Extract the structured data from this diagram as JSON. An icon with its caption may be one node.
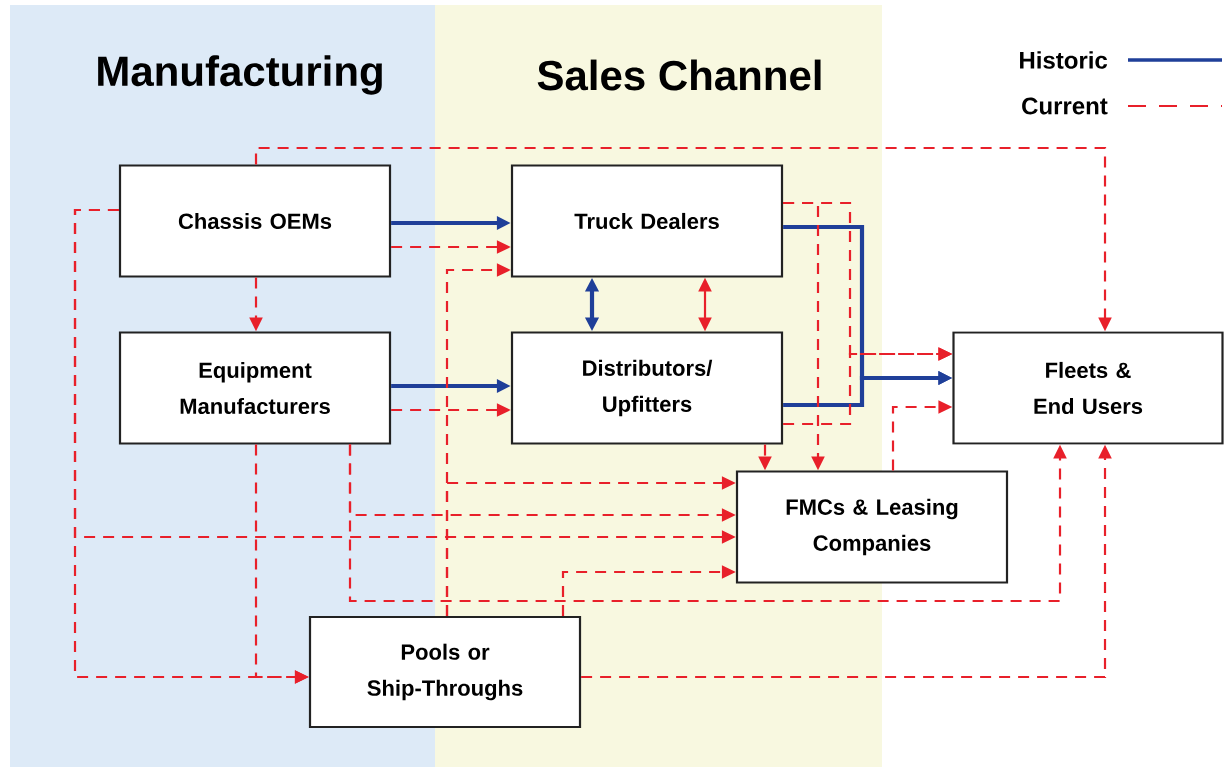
{
  "diagram": {
    "nodes": [
      {
        "text": [
          "Manufacturing"
        ]
      },
      {
        "text": [
          "Sales Channel"
        ]
      },
      {
        "text": [
          "Chassis OEMs"
        ],
        "in": 0
      },
      {
        "text": [
          "Truck Dealers"
        ],
        "in": 1
      },
      {
        "text": [
          "Equipment Manufacturers"
        ],
        "in": 0
      },
      {
        "text": [
          "Distributors/ Upfitters"
        ],
        "in": 1
      },
      {
        "text": [
          "Fleets & End Users"
        ]
      },
      {
        "text": [
          "FMCs & Leasing Companies"
        ]
      },
      {
        "text": [
          "Pools or Ship-Throughs"
        ]
      }
    ],
    "edges": [
      {
        "from": 2,
        "to": 3,
        "arrow": "to",
        "style": "thick",
        "color": "#1f3f99"
      },
      {
        "from": 4,
        "to": 5,
        "arrow": "to",
        "style": "thick",
        "color": "#1f3f99"
      },
      {
        "from": 3,
        "to": 5,
        "arrow": "both",
        "style": "thick",
        "color": "#1f3f99"
      },
      {
        "from": 3,
        "to": 6,
        "arrow": "to",
        "style": "thick",
        "color": "#1f3f99"
      },
      {
        "from": 5,
        "to": 6,
        "arrow": "to",
        "style": "thick",
        "color": "#1f3f99"
      },
      {
        "from": 2,
        "to": 3,
        "arrow": "to",
        "style": "dashed"
      },
      {
        "from": 2,
        "to": 4,
        "arrow": "to",
        "style": "dashed"
      },
      {
        "from": 2,
        "to": 6,
        "arrow": "to",
        "style": "dashed"
      },
      {
        "from": 2,
        "to": 8,
        "arrow": "to",
        "style": "dashed"
      },
      {
        "from": 2,
        "to": 7,
        "arrow": "to",
        "style": "dashed"
      },
      {
        "from": 4,
        "to": 5,
        "arrow": "to",
        "style": "dashed"
      },
      {
        "from": 4,
        "to": 8,
        "arrow": "to",
        "style": "dashed"
      },
      {
        "from": 4,
        "to": 7,
        "arrow": "to",
        "style": "dashed"
      },
      {
        "from": 4,
        "to": 6,
        "arrow": "to",
        "style": "dashed"
      },
      {
        "from": 3,
        "to": 5,
        "arrow": "both"
      },
      {
        "from": 8,
        "to": 3,
        "arrow": "to",
        "style": "dashed"
      },
      {
        "from": 8,
        "to": 7,
        "arrow": "to",
        "style": "dashed"
      },
      {
        "from": 8,
        "to": 7,
        "arrow": "to",
        "style": "dashed"
      },
      {
        "from": 8,
        "to": 6,
        "arrow": "to",
        "style": "dashed"
      },
      {
        "from": 3,
        "to": 7,
        "arrow": "to",
        "style": "dashed"
      },
      {
        "from": 5,
        "to": 7,
        "arrow": "to",
        "style": "dashed"
      },
      {
        "from": 3,
        "to": 6,
        "arrow": "to",
        "style": "dashed"
      },
      {
        "from": 5,
        "to": 6,
        "arrow": "to",
        "style": "dashed"
      },
      {
        "from": 7,
        "to": 6,
        "arrow": "to",
        "style": "dashed"
      }
    ],
    "legend": [
      {
        "text": "Historic"
      },
      {
        "text": "Current"
      }
    ]
  }
}
